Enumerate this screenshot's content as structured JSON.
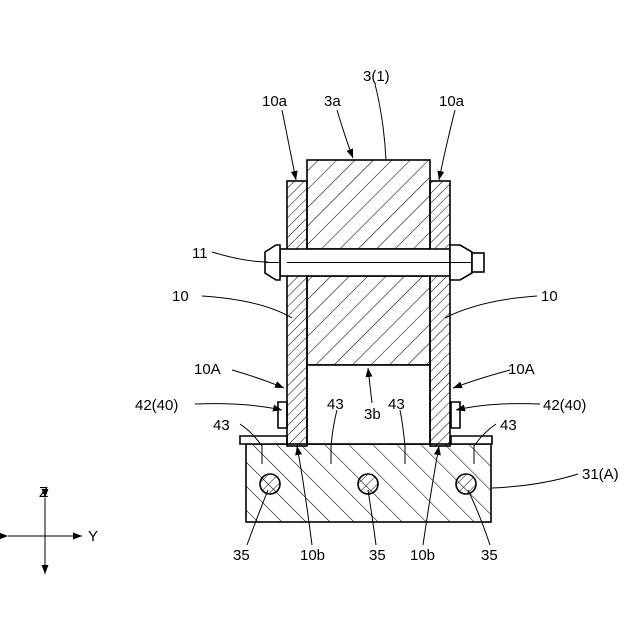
{
  "labels": {
    "workpiece": "3(1)",
    "top_face": "3a",
    "bottom_face": "3b",
    "wall_top_left": "10a",
    "wall_top_right": "10a",
    "bolt": "11",
    "wall_left": "10",
    "wall_right": "10",
    "wall_lower_left": "10A",
    "wall_lower_right": "10A",
    "clamp_left": "42(40)",
    "clamp_right": "42(40)",
    "pin_outer_left": "43",
    "pin_inner_left": "43",
    "pin_inner_right": "43",
    "pin_outer_right": "43",
    "base": "31(A)",
    "hole_left": "35",
    "hole_center": "35",
    "hole_right": "35",
    "wall_bottom_left": "10b",
    "wall_bottom_right": "10b",
    "axis_z": "Z",
    "axis_y": "Y"
  },
  "icons": {
    "hatch": "diagonal-hatch-pattern",
    "arrowhead": "arrowhead-icon"
  }
}
